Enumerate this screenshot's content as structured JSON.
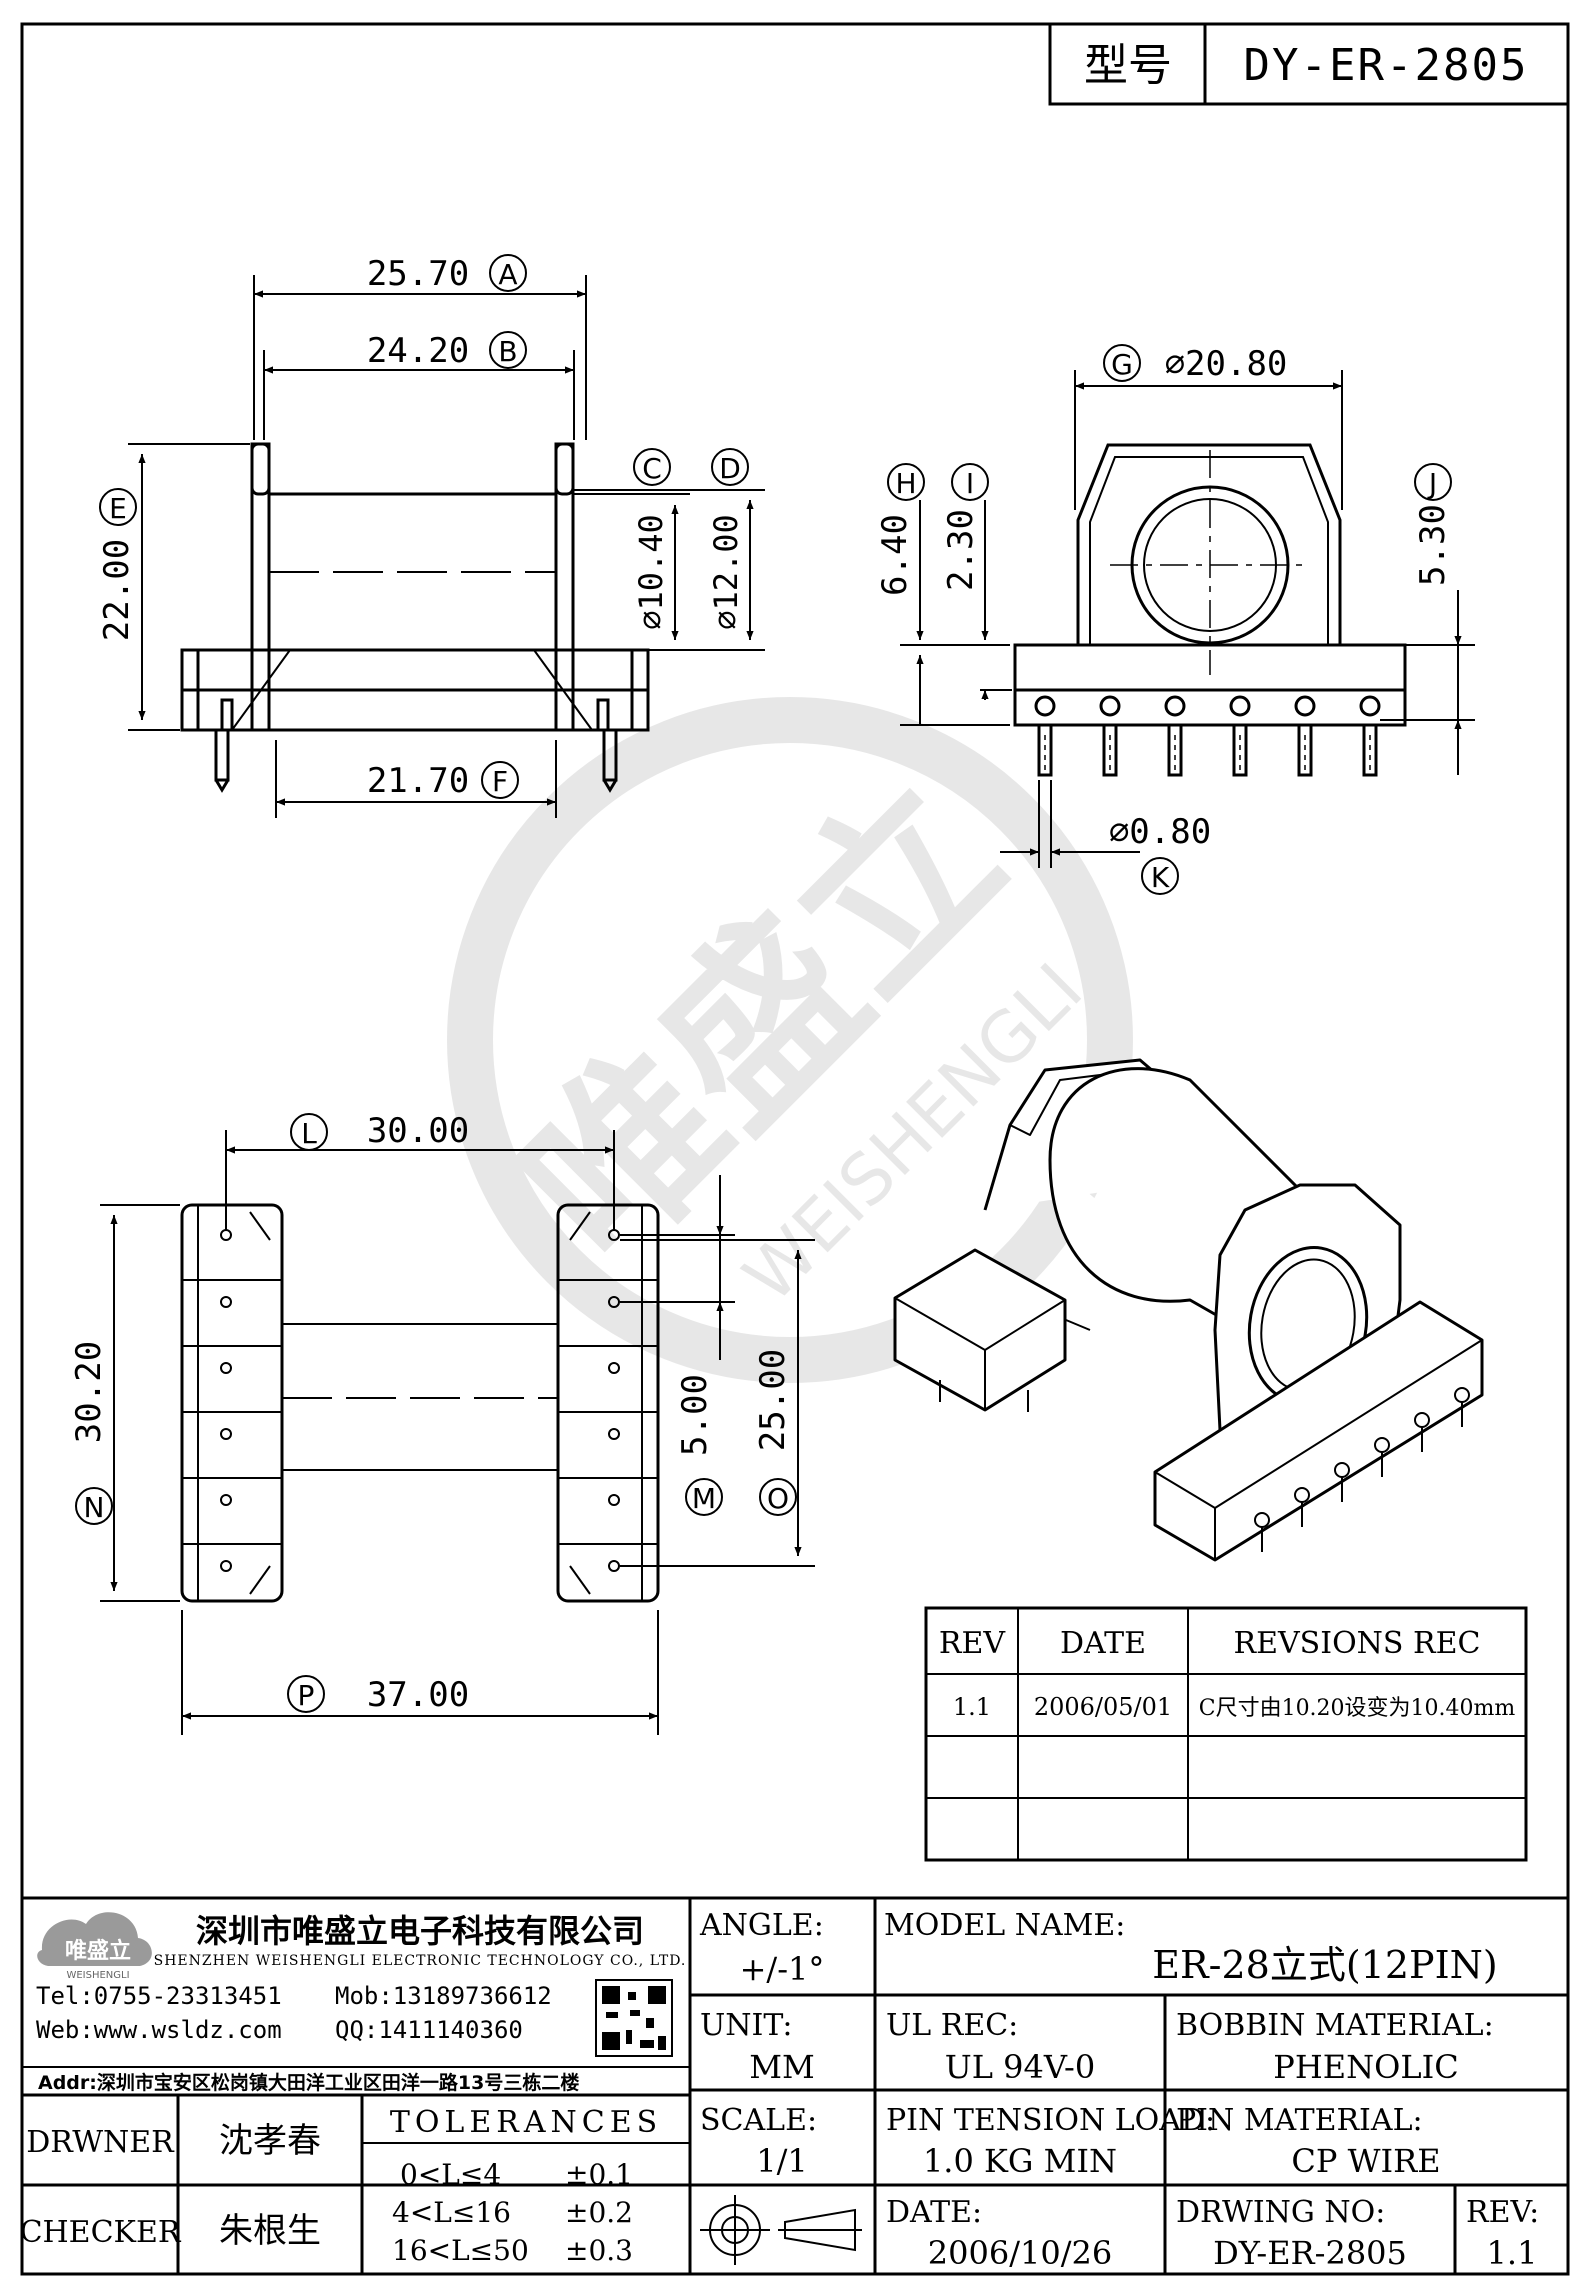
{
  "header": {
    "model_label": "型号",
    "model_value": "DY-ER-2805"
  },
  "front_view": {
    "dim_A": "25.70",
    "tag_A": "A",
    "dim_B": "24.20",
    "tag_B": "B",
    "tag_C": "C",
    "dim_C": "⌀10.40",
    "tag_D": "D",
    "dim_D": "⌀12.00",
    "tag_E": "E",
    "dim_E": "22.00",
    "dim_F": "21.70",
    "tag_F": "F"
  },
  "side_view": {
    "tag_G": "G",
    "dim_G": "⌀20.80",
    "tag_H": "H",
    "dim_H": "6.40",
    "tag_I": "I",
    "dim_I": "2.30",
    "tag_J": "J",
    "dim_J": "5.30",
    "dim_K": "⌀0.80",
    "tag_K": "K"
  },
  "bottom_view": {
    "tag_L": "L",
    "dim_L": "30.00",
    "tag_N": "N",
    "dim_N": "30.20",
    "dim_M": "5.00",
    "tag_M": "M",
    "dim_O": "25.00",
    "tag_O": "O",
    "tag_P": "P",
    "dim_P": "37.00"
  },
  "watermark": {
    "cn": "唯盛立",
    "en": "WEISHENGLI"
  },
  "revision_table": {
    "headers": [
      "REV",
      "DATE",
      "REVSIONS REC"
    ],
    "rows": [
      [
        "1.1",
        "2006/05/01",
        "C尺寸由10.20设变为10.40mm"
      ],
      [
        "",
        "",
        ""
      ],
      [
        "",
        "",
        ""
      ]
    ]
  },
  "company": {
    "logo_cn": "唯盛立",
    "logo_en": "WEISHENGLI",
    "name_cn": "深圳市唯盛立电子科技有限公司",
    "name_en": "SHENZHEN WEISHENGLI ELECTRONIC TECHNOLOGY CO., LTD.",
    "tel": "Tel:0755-23313451",
    "mob": "Mob:13189736612",
    "web": "Web:www.wsldz.com",
    "qq": "QQ:1411140360",
    "addr": "Addr:深圳市宝安区松岗镇大田洋工业区田洋一路13号三栋二楼"
  },
  "title_block": {
    "angle_label": "ANGLE:",
    "angle_value": "+/-1°",
    "model_name_label": "MODEL NAME:",
    "model_name_value": "ER-28立式(12PIN)",
    "unit_label": "UNIT:",
    "unit_value": "MM",
    "ul_rec_label": "UL REC:",
    "ul_rec_value": "UL 94V-0",
    "bobbin_material_label": "BOBBIN MATERIAL:",
    "bobbin_material_value": "PHENOLIC",
    "drawer_label": "DRWNER",
    "drawer_value": "沈孝春",
    "tolerances_label": "TOLERANCES",
    "tol_1_range": "0<L≤4",
    "tol_1_value": "±0.1",
    "tol_2_range": "4<L≤16",
    "tol_2_value": "±0.2",
    "tol_3_range": "16<L≤50",
    "tol_3_value": "±0.3",
    "scale_label": "SCALE:",
    "scale_value": "1/1",
    "pin_tension_label": "PIN TENSION LOAD:",
    "pin_tension_value": "1.0 KG MIN",
    "pin_material_label": "PIN MATERIAL:",
    "pin_material_value": "CP WIRE",
    "checker_label": "CHECKER",
    "checker_value": "朱根生",
    "date_label": "DATE:",
    "date_value": "2006/10/26",
    "drawing_no_label": "DRWING NO:",
    "drawing_no_value": "DY-ER-2805",
    "rev_label": "REV:",
    "rev_value": "1.1"
  }
}
